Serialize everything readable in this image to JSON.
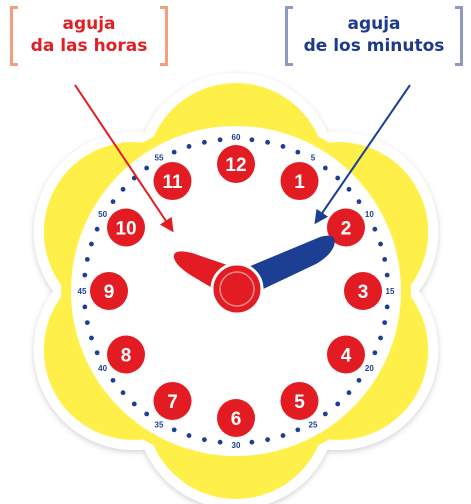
{
  "labels": {
    "hour_hand": {
      "line1": "aguja",
      "line2": "da las horas"
    },
    "minute_hand": {
      "line1": "aguja",
      "line2": "de los minutos"
    }
  },
  "clock": {
    "hour_numbers": [
      "12",
      "1",
      "2",
      "3",
      "4",
      "5",
      "6",
      "7",
      "8",
      "9",
      "10",
      "11"
    ],
    "minute_labels": [
      "60",
      "5",
      "10",
      "15",
      "20",
      "25",
      "30",
      "35",
      "40",
      "45",
      "50",
      "55"
    ]
  },
  "colors": {
    "hour_label": "#e01f26",
    "hour_bracket": "#f2a07b",
    "minute_label": "#1f3a8a",
    "minute_bracket": "#8f9ac4",
    "petal": "#fff04a",
    "face": "#ffffff",
    "number_disc": "#e31b23",
    "hour_hand": "#e31b23",
    "minute_hand": "#1c3f94",
    "dots": "#1c3f94"
  }
}
